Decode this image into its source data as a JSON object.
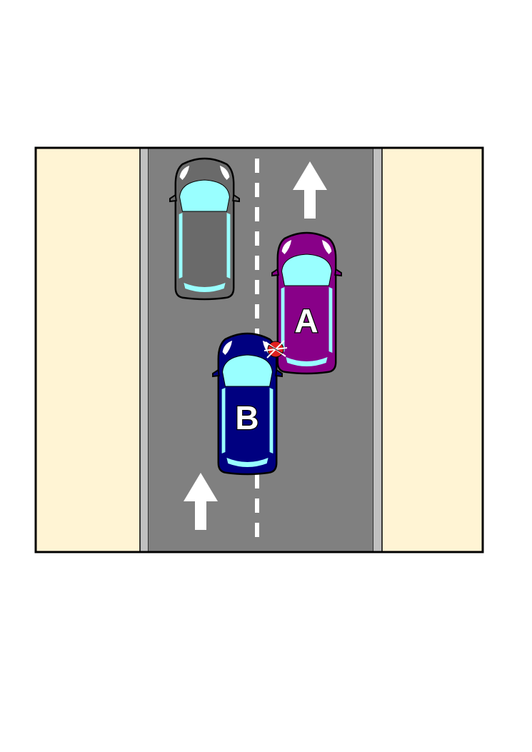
{
  "scene": {
    "colors": {
      "sidewalk": "#fff4d4",
      "road": "#808080",
      "curb": "#c0c0c0",
      "lane_marking": "#ffffff",
      "arrow": "#ffffff",
      "glass": "#99ffff",
      "impact": "#e02020"
    },
    "vehicles": [
      {
        "id": "parked-car",
        "label": "",
        "body_color": "#6a6a6a",
        "direction": "up"
      },
      {
        "id": "car-a",
        "label": "A",
        "body_color": "#880088",
        "direction": "up"
      },
      {
        "id": "car-b",
        "label": "B",
        "body_color": "#000080",
        "direction": "up"
      }
    ],
    "arrows": [
      {
        "id": "arrow-right-lane",
        "direction": "up"
      },
      {
        "id": "arrow-left-lane",
        "direction": "up"
      }
    ],
    "impact_marker": {
      "between": [
        "car-b",
        "car-a"
      ],
      "icon": "collision-star-icon"
    }
  }
}
